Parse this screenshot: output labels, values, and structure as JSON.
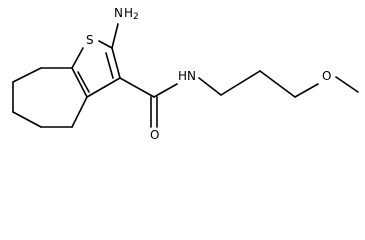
{
  "molecule": {
    "atoms": {
      "sulfur": "S",
      "amine_nitrogen": "N",
      "amine_hydrogen": "H",
      "amine_hydrogen_count": "2",
      "amide_nitrogen_h": "H",
      "amide_nitrogen": "N",
      "carbonyl_oxygen": "O",
      "ether_oxygen": "O"
    }
  }
}
